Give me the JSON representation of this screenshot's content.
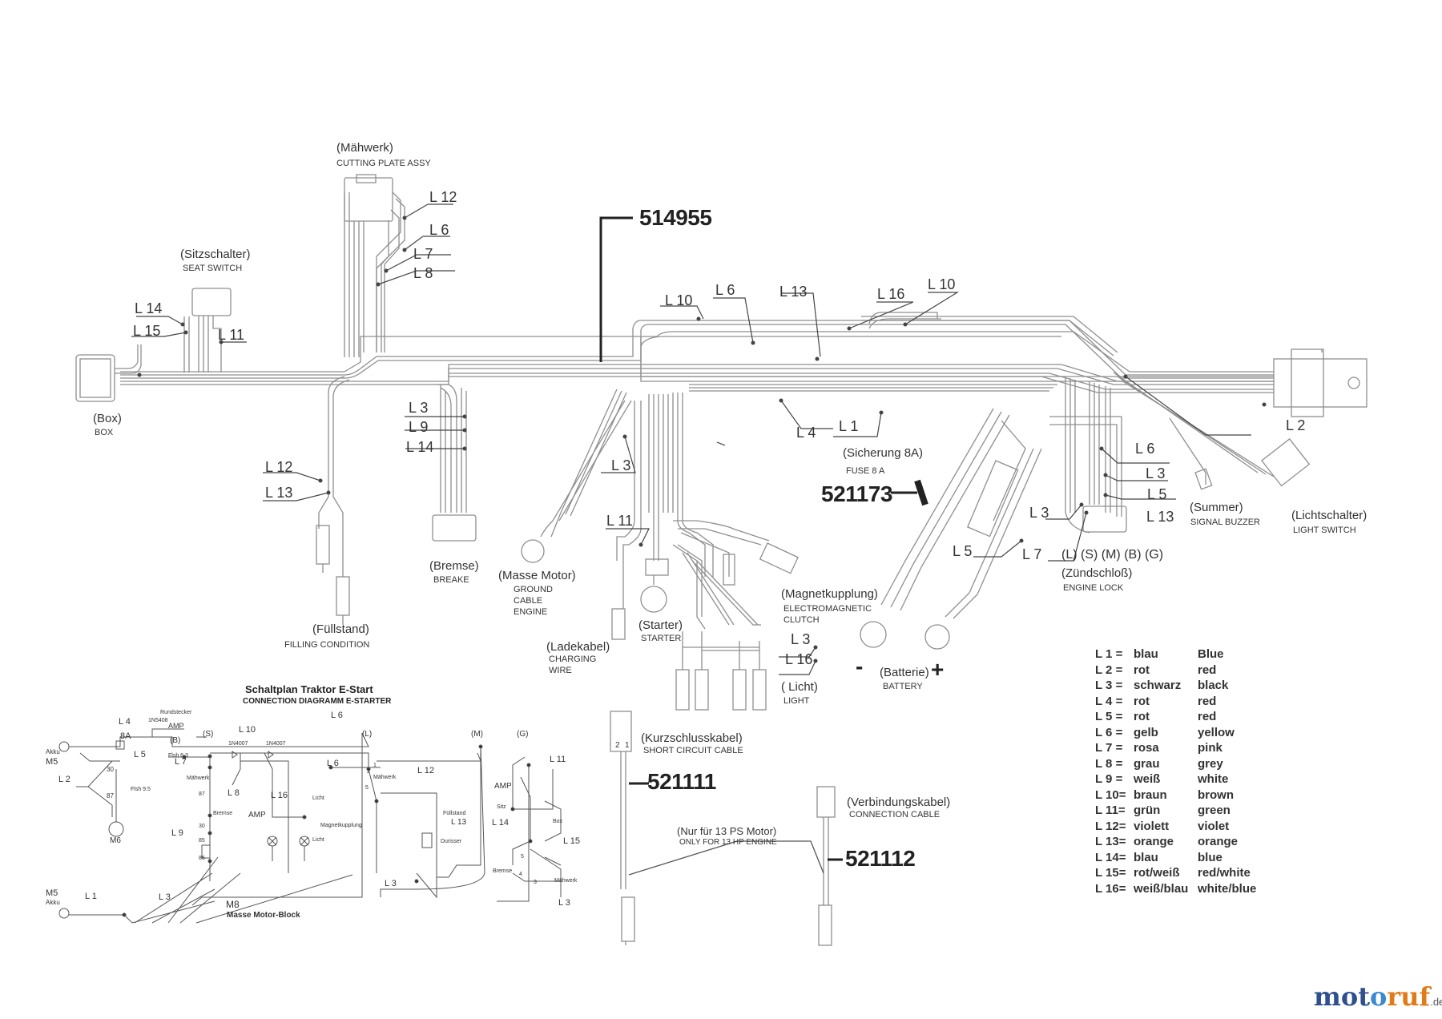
{
  "part_numbers": {
    "harness": "514955",
    "fuse": "521173",
    "short_circuit_cable": "521111",
    "connection_cable": "521112"
  },
  "components": {
    "cutting_plate": {
      "de": "(Mähwerk)",
      "en": "CUTTING PLATE ASSY"
    },
    "seat_switch": {
      "de": "(Sitzschalter)",
      "en": "SEAT SWITCH"
    },
    "box": {
      "de": "(Box)",
      "en": "BOX"
    },
    "brake": {
      "de": "(Bremse)",
      "en": "BREAKE"
    },
    "filling": {
      "de": "(Füllstand)",
      "en": "FILLING CONDITION"
    },
    "ground": {
      "de": "(Masse Motor)",
      "en1": "GROUND",
      "en2": "CABLE",
      "en3": "ENGINE"
    },
    "charging": {
      "de": "(Ladekabel)",
      "en1": "CHARGING",
      "en2": "WIRE"
    },
    "starter": {
      "de": "(Starter)",
      "en": "STARTER"
    },
    "clutch": {
      "de": "(Magnetkupplung)",
      "en1": "ELECTROMAGNETIC",
      "en2": "CLUTCH"
    },
    "light": {
      "de": "( Licht)",
      "en": "LIGHT"
    },
    "fuse": {
      "de": "(Sicherung 8A)",
      "en": "FUSE 8 A"
    },
    "battery": {
      "de": "(Batterie)",
      "en": "BATTERY",
      "minus": "-",
      "plus": "+"
    },
    "buzzer": {
      "de": "(Summer)",
      "en": "SIGNAL BUZZER"
    },
    "light_switch": {
      "de": "(Lichtschalter)",
      "en": "LIGHT SWITCH"
    },
    "engine_lock": {
      "de": "(Zündschloß)",
      "en": "ENGINE LOCK",
      "terminals": "(L) (S) (M) (B) (G)"
    },
    "short_circuit": {
      "de": "(Kurzschlusskabel)",
      "en": "SHORT CIRCUIT  CABLE"
    },
    "connection": {
      "de": "(Verbindungskabel)",
      "en": "CONNECTION CABLE"
    },
    "only13": {
      "de": "(Nur für 13 PS Motor)",
      "en": "ONLY FOR 13 HP ENGINE"
    }
  },
  "wire_labels": {
    "l12a": "L 12",
    "l6a": "L 6",
    "l7a": "L 7",
    "l8a": "L 8",
    "l14a": "L 14",
    "l15a": "L 15",
    "l11a": "L 11",
    "l10a": "L 10",
    "l6b": "L 6",
    "l13a": "L 13",
    "l16a": "L 16",
    "l10b": "L 10",
    "l3a": "L 3",
    "l9a": "L 9",
    "l14b": "L 14",
    "l12b": "L 12",
    "l13b": "L 13",
    "l3b": "L 3",
    "l4a": "L 4",
    "l1a": "L 1",
    "l11b": "L 11",
    "l2a": "L 2",
    "l6c": "L 6",
    "l3c": "L 3",
    "l5a": "L 5",
    "l13c": "L 13",
    "l3d": "L 3",
    "l7b": "L 7",
    "l5b": "L 5",
    "l3e": "L 3",
    "l16b": "L 16"
  },
  "schematic": {
    "title": "Schaltplan Traktor E-Start",
    "subtitle": "CONNECTION DIAGRAMM E-STARTER",
    "labels": {
      "akku1": "Akku",
      "m5a": "M5",
      "l2": "L 2",
      "l4": "L 4",
      "fuse": "8A",
      "l5": "L 5",
      "rundstecker": "Rundstecker",
      "diode1": "1N5408",
      "amp1": "AMP",
      "b": "(B)",
      "l7": "L 7",
      "t30": "30",
      "t87": "87",
      "flsh95": "Flsh 9.5",
      "m6": "M6",
      "s": "(S)",
      "l10": "L 10",
      "d2": "1N4007",
      "d3": "1N4007",
      "flsh63a": "Flsh 6.3",
      "mahwerk1": "Mähwerk",
      "l8": "L 8",
      "bremse": "Bremse",
      "amp2": "AMP",
      "l16": "L 16",
      "licht1": "Licht",
      "licht2": "Licht",
      "magnet": "Magnetkupplung",
      "l9": "L 9",
      "l6top": "L 6",
      "ll": "(L)",
      "l6": "L 6",
      "mahwerk2": "Mähwerk",
      "l12": "L 12",
      "fullstand": "Füllstand",
      "l13": "L 13",
      "durisser": "Durisser",
      "mm": "(M)",
      "gg": "(G)",
      "amp3": "AMP",
      "sitz": "Sitz",
      "l14": "L 14",
      "l11": "L 11",
      "box": "Box",
      "l15": "L 15",
      "bremse2": "Bremse",
      "mahwerk3": "Mähwerk",
      "l3a": "L 3",
      "l3b": "L 3",
      "l3c": "L 3",
      "l1": "L 1",
      "m5b": "M5",
      "akku2": "Akku",
      "m8": "M8",
      "masse": "Masse Motor-Block",
      "n87": "87",
      "n85": "85",
      "n86": "86",
      "n30": "30",
      "n5a": "5",
      "n5b": "5",
      "n4": "4",
      "n1": "1",
      "n2": "2",
      "n3": "3"
    }
  },
  "legend": [
    {
      "code": "L 1  =",
      "de": "blau",
      "en": "Blue"
    },
    {
      "code": "L 2  =",
      "de": "rot",
      "en": "red"
    },
    {
      "code": "L 3  =",
      "de": "schwarz",
      "en": "black"
    },
    {
      "code": "L 4  =",
      "de": "rot",
      "en": "red"
    },
    {
      "code": "L 5  =",
      "de": "rot",
      "en": "red"
    },
    {
      "code": "L 6  =",
      "de": "gelb",
      "en": "yellow"
    },
    {
      "code": "L 7  =",
      "de": "rosa",
      "en": "pink"
    },
    {
      "code": "L 8  =",
      "de": "grau",
      "en": "grey"
    },
    {
      "code": "L 9  =",
      "de": "weiß",
      "en": "white"
    },
    {
      "code": "L 10=",
      "de": "braun",
      "en": "brown"
    },
    {
      "code": "L 11=",
      "de": "grün",
      "en": "green"
    },
    {
      "code": "L 12=",
      "de": "violett",
      "en": "violet"
    },
    {
      "code": "L 13=",
      "de": "orange",
      "en": "orange"
    },
    {
      "code": "L 14=",
      "de": "blau",
      "en": "blue"
    },
    {
      "code": "L 15=",
      "de": "rot/weiß",
      "en": "red/white"
    },
    {
      "code": "L 16=",
      "de": "weiß/blau",
      "en": "white/blue"
    }
  ],
  "connector_pins": {
    "p2": "2",
    "p1": "1"
  },
  "brand": {
    "m1": "mot",
    "m2": "o",
    "m3": "ruf",
    "tld": ".de"
  },
  "colors": {
    "wire": "#9a9a9a",
    "ink": "#222222",
    "brand_blue": "#2f4f8f",
    "brand_orange": "#e07b1a"
  }
}
